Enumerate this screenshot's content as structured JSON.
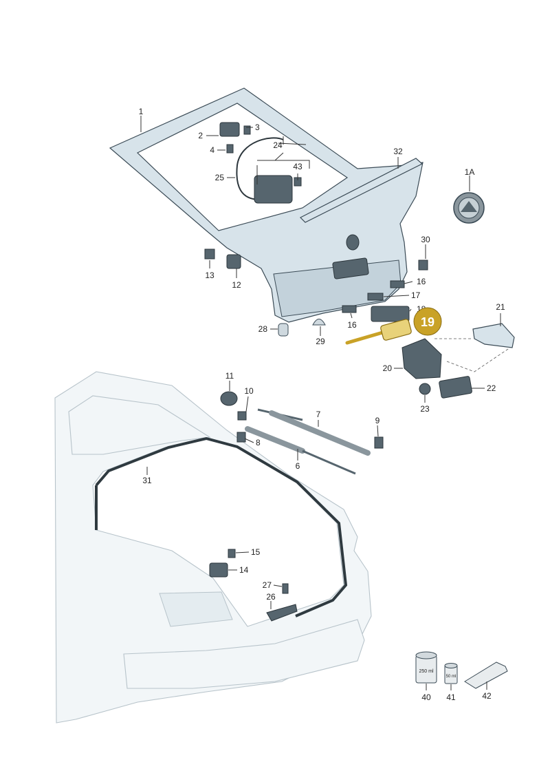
{
  "diagram": {
    "callouts": [
      {
        "id": "c1",
        "text": "1"
      },
      {
        "id": "c1a",
        "text": "1A"
      },
      {
        "id": "c2",
        "text": "2"
      },
      {
        "id": "c3",
        "text": "3"
      },
      {
        "id": "c4",
        "text": "4"
      },
      {
        "id": "c24",
        "text": "24"
      },
      {
        "id": "c25",
        "text": "25"
      },
      {
        "id": "c43",
        "text": "43"
      },
      {
        "id": "c32",
        "text": "32"
      },
      {
        "id": "c30",
        "text": "30"
      },
      {
        "id": "c13",
        "text": "13"
      },
      {
        "id": "c12",
        "text": "12"
      },
      {
        "id": "c16a",
        "text": "16"
      },
      {
        "id": "c17",
        "text": "17"
      },
      {
        "id": "c18",
        "text": "18"
      },
      {
        "id": "c16b",
        "text": "16"
      },
      {
        "id": "c28",
        "text": "28"
      },
      {
        "id": "c29",
        "text": "29"
      },
      {
        "id": "c21",
        "text": "21"
      },
      {
        "id": "c20",
        "text": "20"
      },
      {
        "id": "c23",
        "text": "23"
      },
      {
        "id": "c22",
        "text": "22"
      },
      {
        "id": "c11",
        "text": "11"
      },
      {
        "id": "c10",
        "text": "10"
      },
      {
        "id": "c7",
        "text": "7"
      },
      {
        "id": "c9",
        "text": "9"
      },
      {
        "id": "c8",
        "text": "8"
      },
      {
        "id": "c6",
        "text": "6"
      },
      {
        "id": "c31",
        "text": "31"
      },
      {
        "id": "c15",
        "text": "15"
      },
      {
        "id": "c14",
        "text": "14"
      },
      {
        "id": "c27",
        "text": "27"
      },
      {
        "id": "c26",
        "text": "26"
      },
      {
        "id": "c40",
        "text": "40"
      },
      {
        "id": "c41",
        "text": "41"
      },
      {
        "id": "c42",
        "text": "42"
      }
    ],
    "highlight": {
      "text": "19",
      "color": "#c9a227"
    },
    "product_labels": {
      "can_large": "250 ml",
      "can_small": "50 ml"
    },
    "colors": {
      "part_fill": "#d7e3ea",
      "outline": "#3a4a55",
      "car_body": "#f2f6f8"
    }
  }
}
